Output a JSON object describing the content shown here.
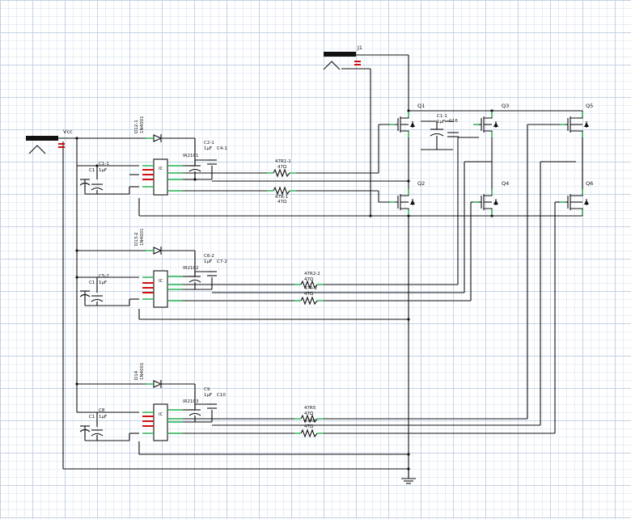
{
  "labels": {
    "vcc": "Vcc",
    "j1": "J1",
    "q1": "Q1",
    "q2": "Q2",
    "q3": "Q3",
    "q4": "Q4",
    "q5": "Q5",
    "q6": "Q6",
    "c1_1": "C1-1",
    "c1_1_val": "1µF",
    "c16": "C16",
    "d12_1": "D12-1",
    "d13_2": "D13-2",
    "d14": "D14",
    "diode_part": "1N4001",
    "c2_1": "C2-1",
    "c2_1_val": "1µF",
    "c4_1": "C4-1",
    "c6_2": "C6-2",
    "c6_2_val": "1µF",
    "c7_2": "C7-2",
    "c9": "C9",
    "c9_val": "1µF",
    "c10": "C10",
    "ir2101": "IR2101",
    "ir2102": "IR2102",
    "ir2103": "IR2103",
    "ic": "IC",
    "c1a": "C1-1",
    "c11": "C1",
    "c11_val": "1µF",
    "c5_2": "C5-2",
    "c12": "C1",
    "c12_val": "1µF",
    "c8": "C8",
    "c13": "C1",
    "c13_val": "1µF",
    "r47r1_1": "47R1-1",
    "r47r1": "47R-1",
    "r47r2_2": "47R2-2",
    "r47r_2": "47R-2",
    "r47r5": "47R5",
    "r47r6": "47R6",
    "ohm47": "47Ω"
  },
  "colors": {
    "wire": "#111111",
    "pin": "#22b14c",
    "accent": "#d01010",
    "grid": "#c4d2e6"
  }
}
